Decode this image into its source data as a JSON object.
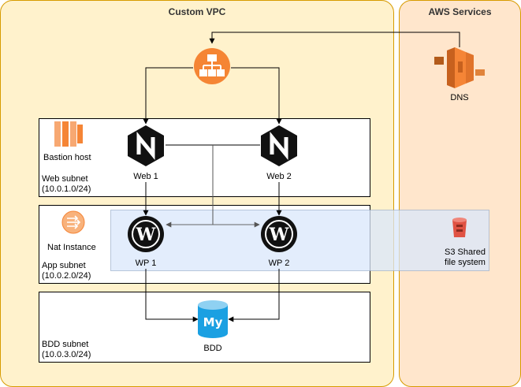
{
  "groups": {
    "vpc_title": "Custom VPC",
    "aws_title": "AWS Services"
  },
  "nodes": {
    "dns": "DNS",
    "bastion": "Bastion host",
    "nat": "Nat Instance",
    "web1": "Web 1",
    "web2": "Web 2",
    "wp1": "WP 1",
    "wp2": "WP 2",
    "bdd": "BDD",
    "s3_line1": "S3 Shared",
    "s3_line2": "file system"
  },
  "subnets": {
    "web_name": "Web subnet",
    "web_cidr": "(10.0.1.0/24)",
    "app_name": "App subnet",
    "app_cidr": "(10.0.2.0/24)",
    "bdd_name": "BDD subnet",
    "bdd_cidr": "(10.0.3.0/24)"
  },
  "colors": {
    "group_fill": "#fff2cc",
    "aws_fill": "#ffe6cc",
    "group_border": "#d79b00",
    "shared_fs_fill": "#dae8fc",
    "lb_orange": "#f58534",
    "mysql_blue": "#1ba0e2",
    "s3_red": "#e05243",
    "ec2_orange": "#f58536"
  },
  "icons": {
    "load_balancer": "load-balancer-icon",
    "dns": "route53-dns-icon",
    "bastion": "ec2-instance-icon",
    "nat": "nat-instance-icon",
    "nginx": "nginx-icon",
    "wordpress": "wordpress-icon",
    "mysql": "mysql-database-icon",
    "s3": "s3-bucket-icon"
  }
}
